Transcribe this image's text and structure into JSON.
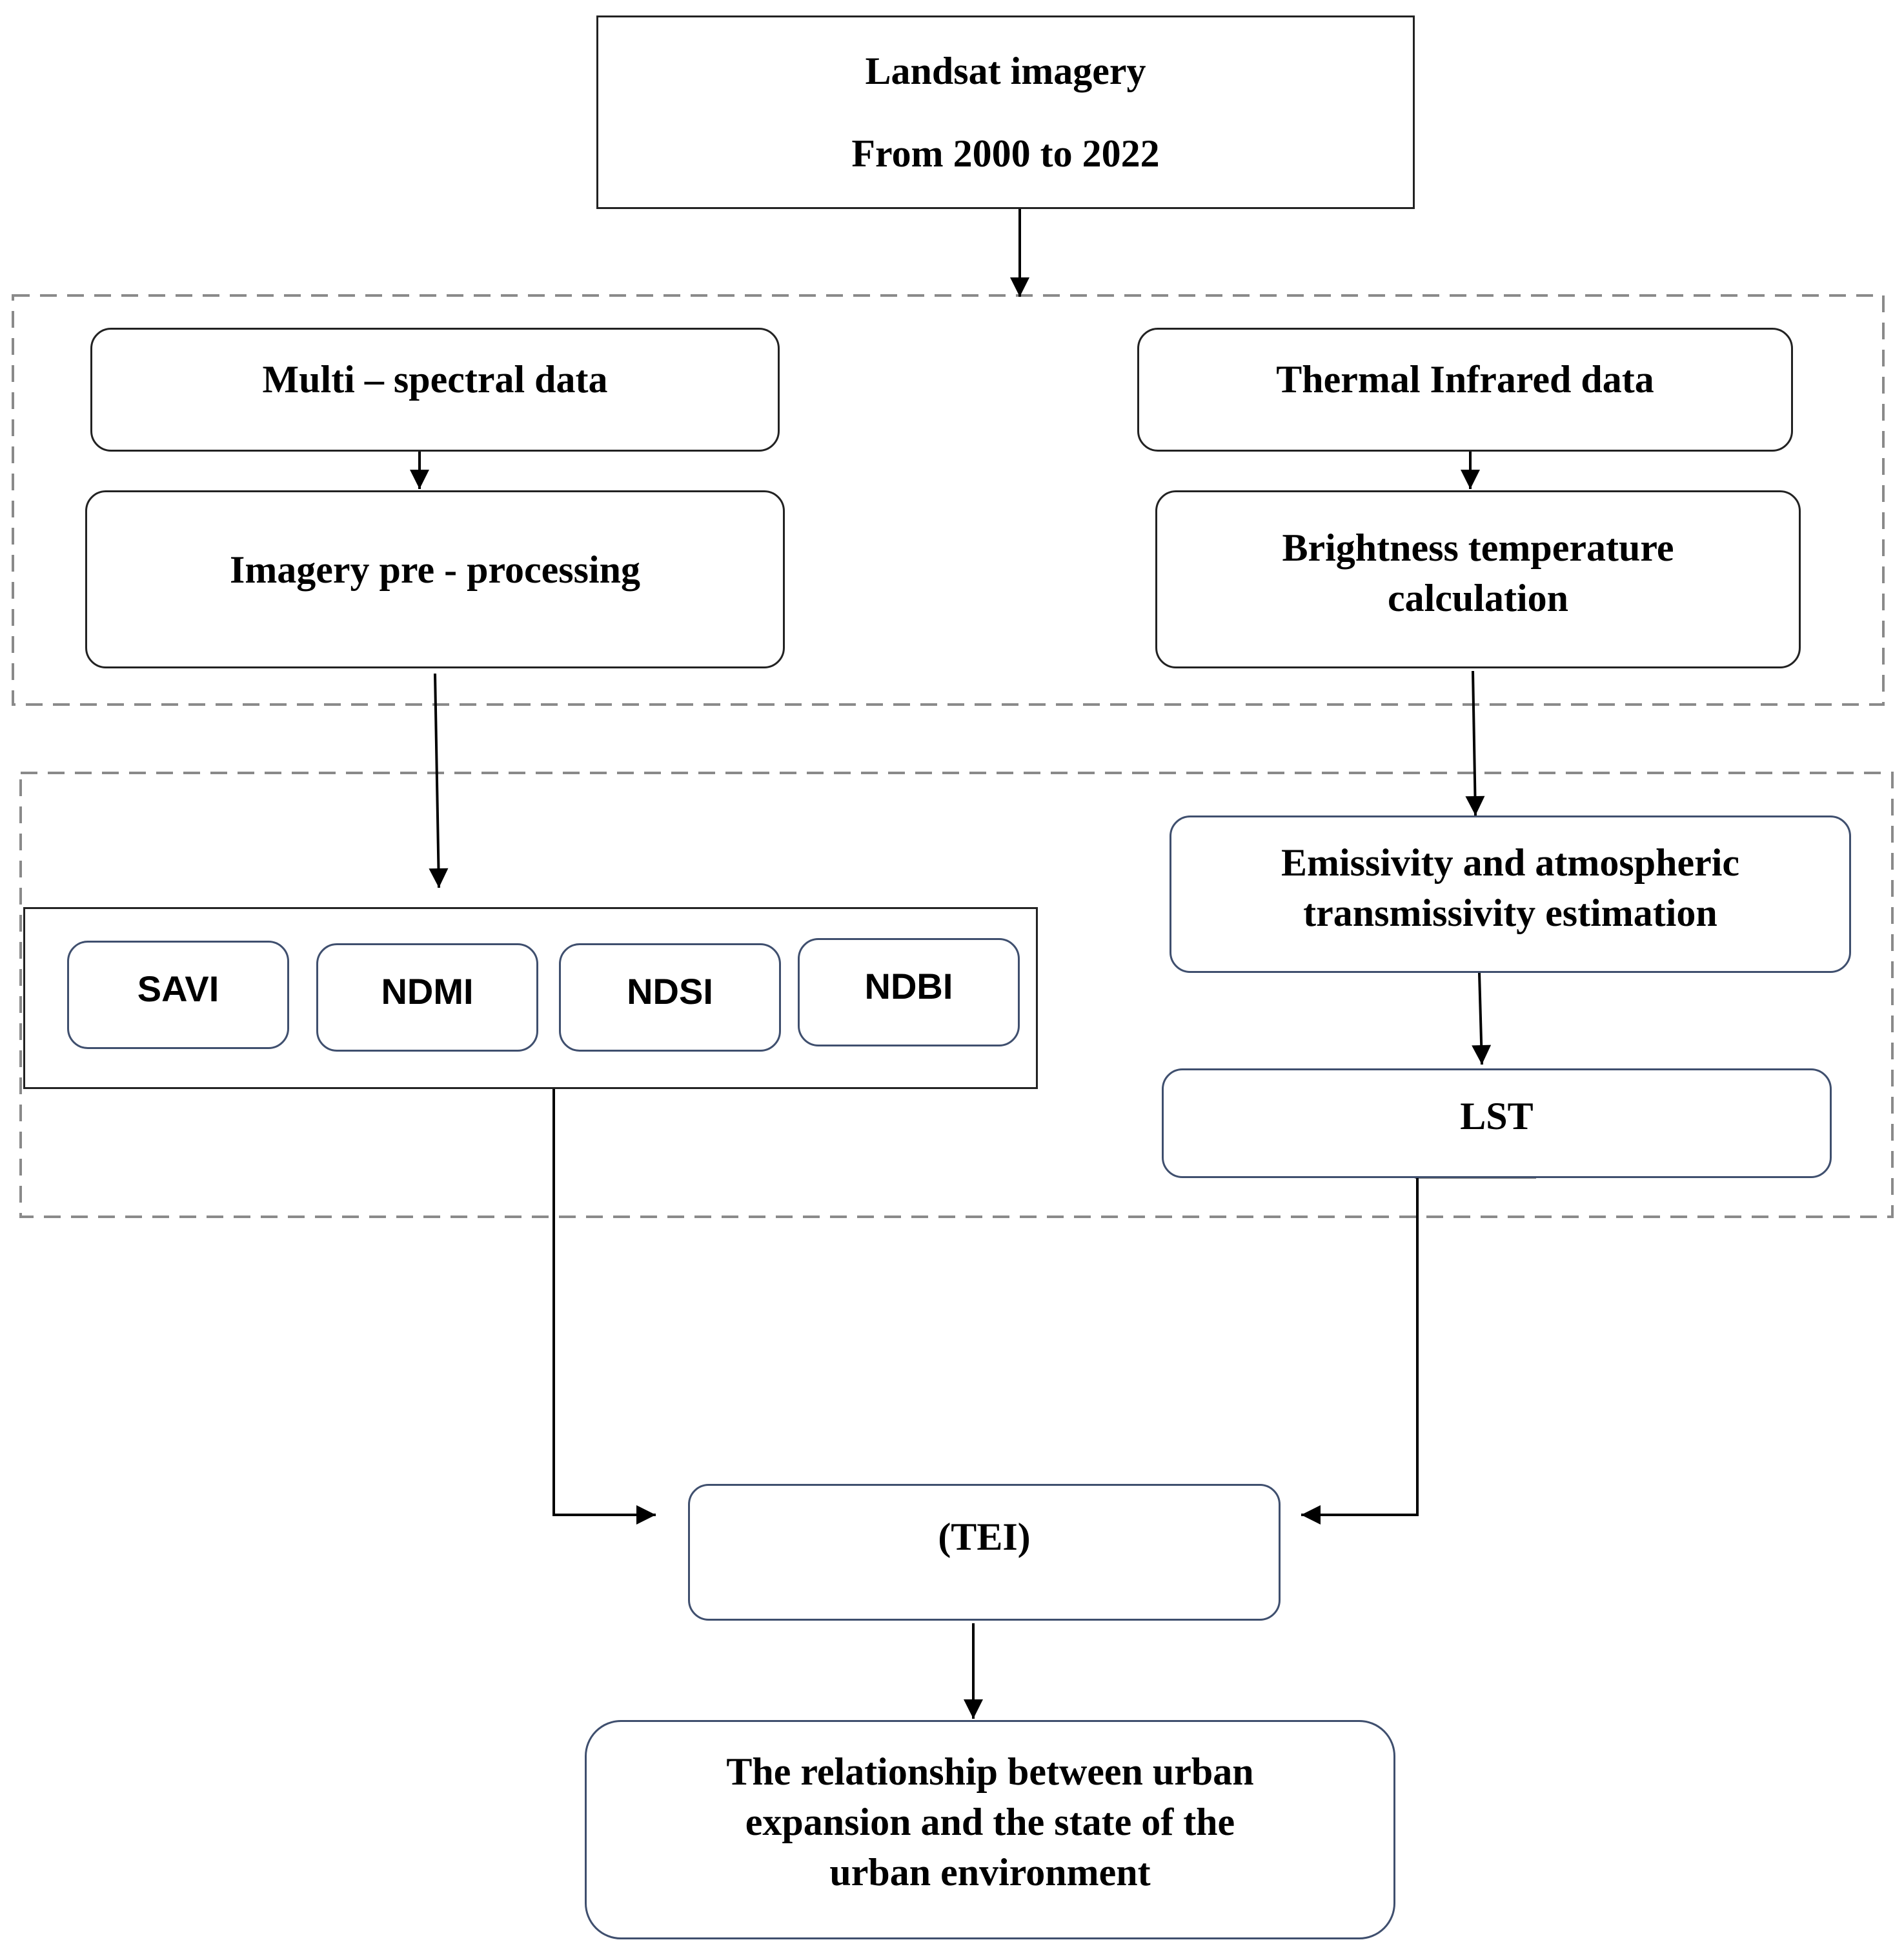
{
  "diagram": {
    "top_box": {
      "line1": "Landsat imagery",
      "line2": "From 2000 to 2022"
    },
    "multi_spectral": "Multi – spectral data",
    "thermal_infrared": "Thermal Infrared data",
    "preprocessing": "Imagery pre - processing",
    "brightness": {
      "line1": "Brightness temperature",
      "line2": "calculation"
    },
    "emissivity": {
      "line1": "Emissivity and atmospheric",
      "line2": "transmissivity estimation"
    },
    "indices": [
      "SAVI",
      "NDMI",
      "NDSI",
      "NDBI"
    ],
    "lst": "LST",
    "tei": "(TEI)",
    "result": {
      "line1": "The relationship between urban",
      "line2": "expansion and the state of the",
      "line3": "urban environment"
    },
    "colors": {
      "line": "#000000",
      "dashed_border": "#8a8a8a",
      "node_border_dark": "#222222",
      "node_border_blue": "#3f4f6e",
      "background": "#ffffff"
    }
  }
}
